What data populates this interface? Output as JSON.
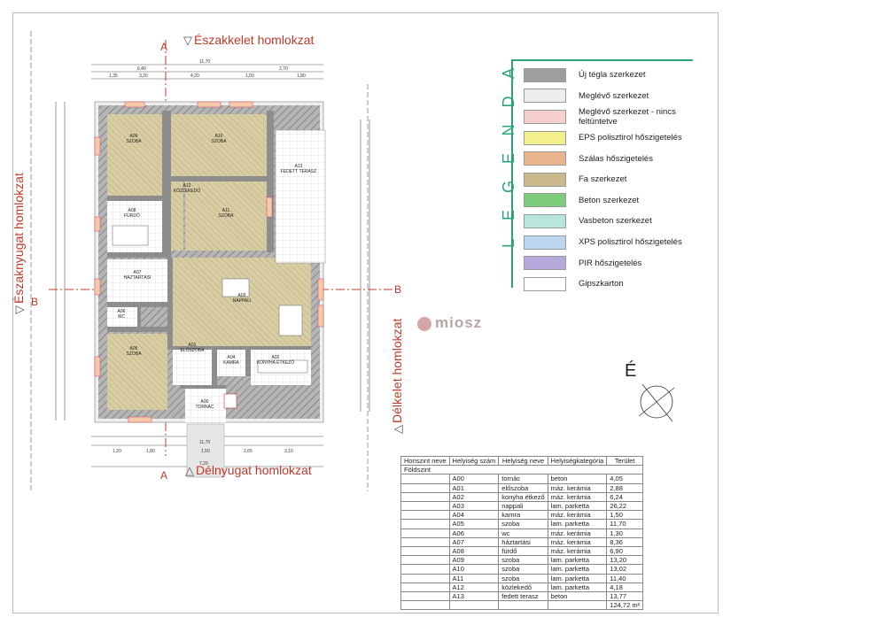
{
  "elevations": {
    "north_east": "Északkelet homlokzat",
    "north_west": "Északnyugat homlokzat",
    "south_east": "Délkelet homlokzat",
    "south_west": "Délnyugat homlokzat",
    "marker_a": "A",
    "marker_b": "B"
  },
  "legend": {
    "title_letters": [
      "L",
      "E",
      "G",
      "E",
      "N",
      "D",
      "A"
    ],
    "items": [
      {
        "label": "Új tégla szerkezet",
        "color": "#9e9e9e"
      },
      {
        "label": "Meglévő szerkezet",
        "color": "#eeeeee"
      },
      {
        "label": "Meglévő szerkezet - nincs feltüntetve",
        "color": "#f6d0cc"
      },
      {
        "label": "EPS polisztirol hőszigetelés",
        "color": "#f2ef8c"
      },
      {
        "label": "Szálas hőszigetelés",
        "color": "#e9b48e"
      },
      {
        "label": "Fa szerkezet",
        "color": "#c9b98c"
      },
      {
        "label": "Beton szerkezet",
        "color": "#7ccc7c"
      },
      {
        "label": "Vasbeton szerkezet",
        "color": "#b8e6dc"
      },
      {
        "label": "XPS polisztirol hőszigetelés",
        "color": "#bcd6ef"
      },
      {
        "label": "PIR hőszigetelés",
        "color": "#b5a9dc"
      },
      {
        "label": "Gipszkarton",
        "color": "#ffffff"
      }
    ]
  },
  "logo": "miosz",
  "north_label": "É",
  "plan_rooms": [
    {
      "code": "A09",
      "name": "SZOBA"
    },
    {
      "code": "A10",
      "name": "SZOBA"
    },
    {
      "code": "A13",
      "name": "FEDETT TERASZ"
    },
    {
      "code": "A12",
      "name": "KÖZLEKEDŐ"
    },
    {
      "code": "A08",
      "name": "FÜRDŐ"
    },
    {
      "code": "A11",
      "name": "SZOBA"
    },
    {
      "code": "A07",
      "name": "HÁZTARTÁSI"
    },
    {
      "code": "A03",
      "name": "NAPPALI"
    },
    {
      "code": "A06",
      "name": "WC"
    },
    {
      "code": "A05",
      "name": "SZOBA"
    },
    {
      "code": "A01",
      "name": "ELŐSZOBA"
    },
    {
      "code": "A04",
      "name": "KAMRA"
    },
    {
      "code": "A02",
      "name": "KONYHA ÉTKEZŐ"
    },
    {
      "code": "A00",
      "name": "TORNÁC"
    }
  ],
  "table": {
    "headers": [
      "Honszint neve",
      "Helyiség szám",
      "Helyiség neve",
      "Helyiségkategória",
      "Terület"
    ],
    "floor": "Földszint",
    "rows": [
      [
        "A00",
        "tornác",
        "beton",
        "4,05"
      ],
      [
        "A01",
        "előszoba",
        "máz. kerámia",
        "2,88"
      ],
      [
        "A02",
        "konyha étkező",
        "máz. kerámia",
        "6,24"
      ],
      [
        "A03",
        "nappali",
        "lam. parketta",
        "26,22"
      ],
      [
        "A04",
        "kamra",
        "máz. kerámia",
        "1,50"
      ],
      [
        "A05",
        "szoba",
        "lam. parketta",
        "11,70"
      ],
      [
        "A06",
        "wc",
        "máz. kerámia",
        "1,30"
      ],
      [
        "A07",
        "háztartási",
        "máz. kerámia",
        "8,36"
      ],
      [
        "A08",
        "fürdő",
        "máz. kerámia",
        "6,90"
      ],
      [
        "A09",
        "szoba",
        "lam. parketta",
        "13,20"
      ],
      [
        "A10",
        "szoba",
        "lam. parketta",
        "13,02"
      ],
      [
        "A11",
        "szoba",
        "lam. parketta",
        "11,40"
      ],
      [
        "A12",
        "közlekedő",
        "lam. parketta",
        "4,18"
      ],
      [
        "A13",
        "fedett terasz",
        "beton",
        "13,77"
      ]
    ],
    "total": "124,72 m²"
  }
}
